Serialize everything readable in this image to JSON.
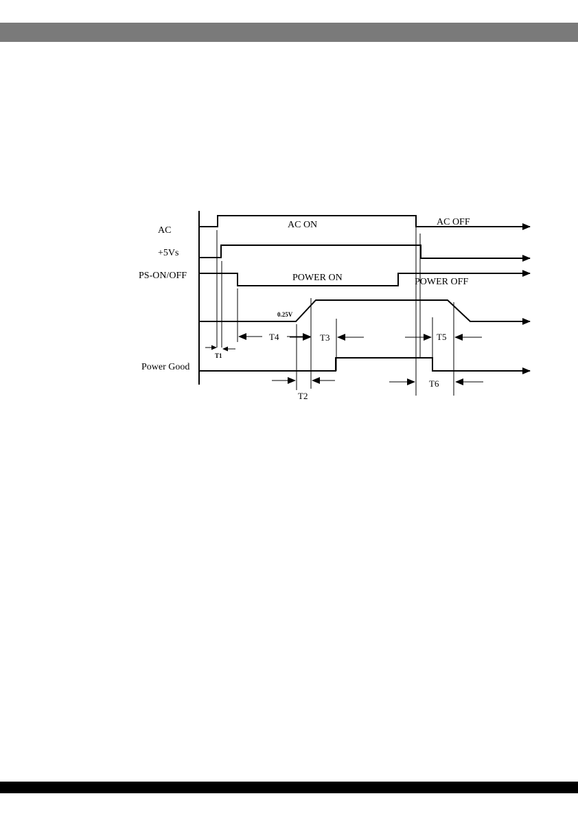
{
  "diagram": {
    "signals": {
      "ac": "AC",
      "v5s": "+5Vs",
      "ps_on_off": "PS-ON/OFF",
      "power_good": "Power Good"
    },
    "states": {
      "ac_on": "AC ON",
      "ac_off": "AC OFF",
      "power_on": "POWER ON",
      "power_off": "POWER OFF"
    },
    "threshold": "0.25V",
    "timings": {
      "t1": "T1",
      "t2": "T2",
      "t3": "T3",
      "t4": "T4",
      "t5": "T5",
      "t6": "T6"
    }
  }
}
